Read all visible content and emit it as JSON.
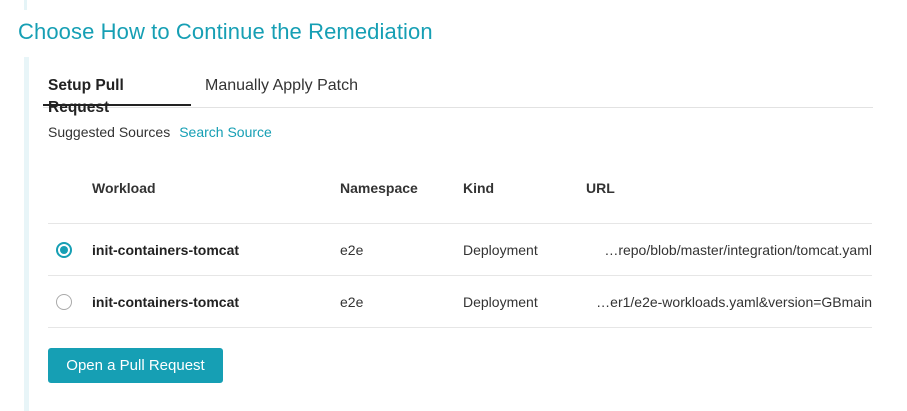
{
  "page": {
    "title": "Choose How to Continue the Remediation"
  },
  "tabs": [
    {
      "label": "Setup Pull Request",
      "active": true
    },
    {
      "label": "Manually Apply Patch",
      "active": false
    }
  ],
  "sources": {
    "label": "Suggested Sources",
    "search_link": "Search Source"
  },
  "table": {
    "headers": [
      "Workload",
      "Namespace",
      "Kind",
      "URL"
    ],
    "rows": [
      {
        "selected": true,
        "workload": "init-containers-tomcat",
        "namespace": "e2e",
        "kind": "Deployment",
        "url": "…repo/blob/master/integration/tomcat.yaml"
      },
      {
        "selected": false,
        "workload": "init-containers-tomcat",
        "namespace": "e2e",
        "kind": "Deployment",
        "url": "…er1/e2e-workloads.yaml&version=GBmain"
      }
    ]
  },
  "actions": {
    "open_pr_label": "Open a Pull Request"
  },
  "colors": {
    "accent": "#169fb4",
    "panel_border": "#e8f5f8"
  }
}
